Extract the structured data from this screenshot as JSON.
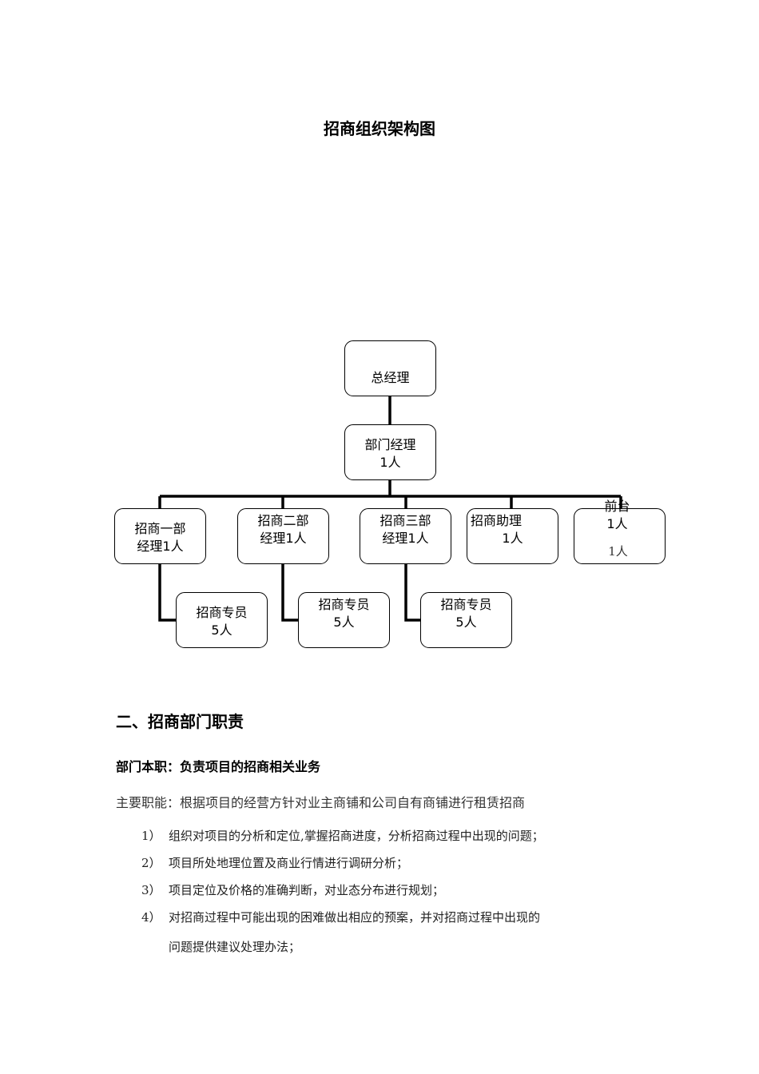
{
  "document": {
    "title": "招商组织架构图",
    "section_heading": "二、招商部门职责",
    "dept_duty": "部门本职：负责项目的招商相关业务",
    "main_function": "主要职能：根据项目的经营方针对业主商铺和公司自有商铺进行租赁招商",
    "duties": [
      {
        "num": "1）",
        "lines": [
          "组织对项目的分析和定位,掌握招商进度，分析招商过程中出现的问题；"
        ]
      },
      {
        "num": "2）",
        "lines": [
          "项目所处地理位置及商业行情进行调研分析；"
        ]
      },
      {
        "num": "3）",
        "lines": [
          "项目定位及价格的准确判断，对业态分布进行规划；"
        ]
      },
      {
        "num": "4）",
        "lines": [
          "对招商过程中可能出现的困难做出相应的预案，并对招商过程中出现的",
          "问题提供建议处理办法；"
        ]
      }
    ]
  },
  "org_chart": {
    "gm": {
      "line1": "总经理"
    },
    "dept_manager": {
      "line1": "部门经理",
      "line2": "1人"
    },
    "dept1": {
      "line1": "招商一部",
      "line2": "经理1人"
    },
    "dept2": {
      "line1": "招商二部",
      "line2": "经理1人"
    },
    "dept3": {
      "line1": "招商三部",
      "line2": "经理1人"
    },
    "assistant": {
      "line1": "招商助理",
      "line2": "1人"
    },
    "reception": {
      "line1": "前台",
      "line2": "1人",
      "line3": "1人"
    },
    "staff1": {
      "line1": "招商专员",
      "line2": "5人"
    },
    "staff2": {
      "line1": "招商专员",
      "line2": "5人"
    },
    "staff3": {
      "line1": "招商专员",
      "line2": "5人"
    }
  }
}
